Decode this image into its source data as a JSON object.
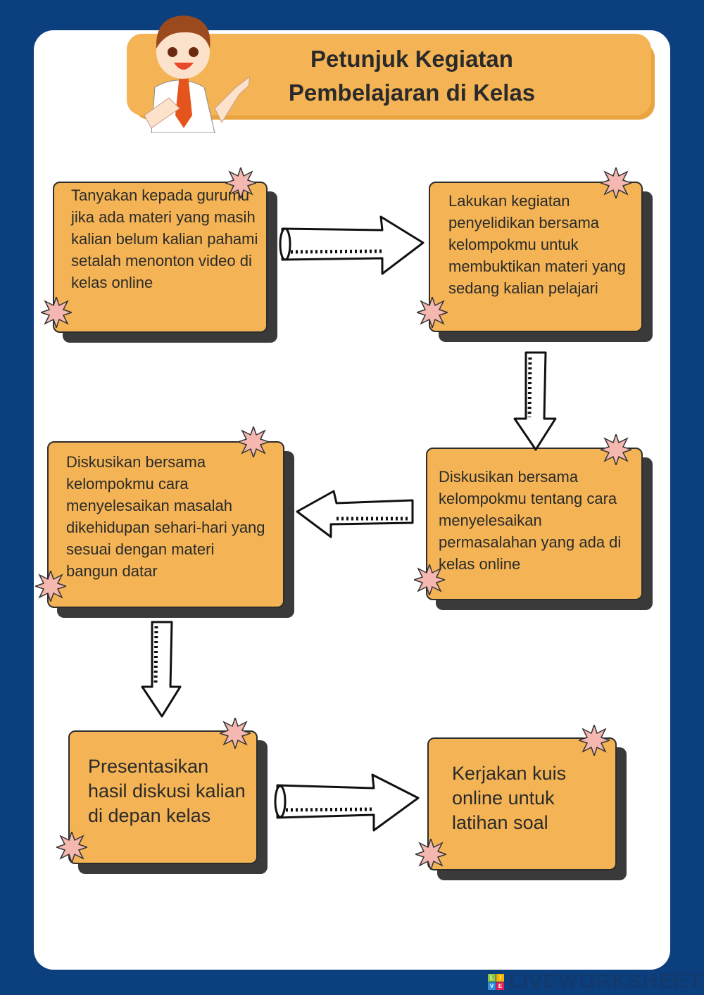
{
  "header": {
    "title_line1": "Petunjuk Kegiatan",
    "title_line2": "Pembelajaran di Kelas"
  },
  "steps": [
    {
      "text": "Tanyakan kepada gurumu jika ada materi yang masih kalian belum kalian pahami setalah menonton video di kelas online"
    },
    {
      "text": "Lakukan kegiatan penyelidikan bersama kelompokmu untuk membuktikan materi yang sedang kalian pelajari"
    },
    {
      "text": "Diskusikan bersama kelompokmu tentang cara menyelesaikan permasalahan yang ada di kelas online"
    },
    {
      "text": "Diskusikan bersama kelompokmu cara menyelesaikan masalah dikehidupan sehari-hari yang sesuai dengan materi bangun datar"
    },
    {
      "text": "Presentasikan hasil diskusi kalian di depan kelas"
    },
    {
      "text": "Kerjakan kuis online untuk latihan soal"
    }
  ],
  "footer": {
    "logo_text": "LIVEWORKSHEETS",
    "tiles": [
      "L",
      "I",
      "V",
      "E"
    ]
  },
  "colors": {
    "background": "#0b3f7e",
    "box": "#f4b455",
    "star": "#f5b8b0"
  }
}
